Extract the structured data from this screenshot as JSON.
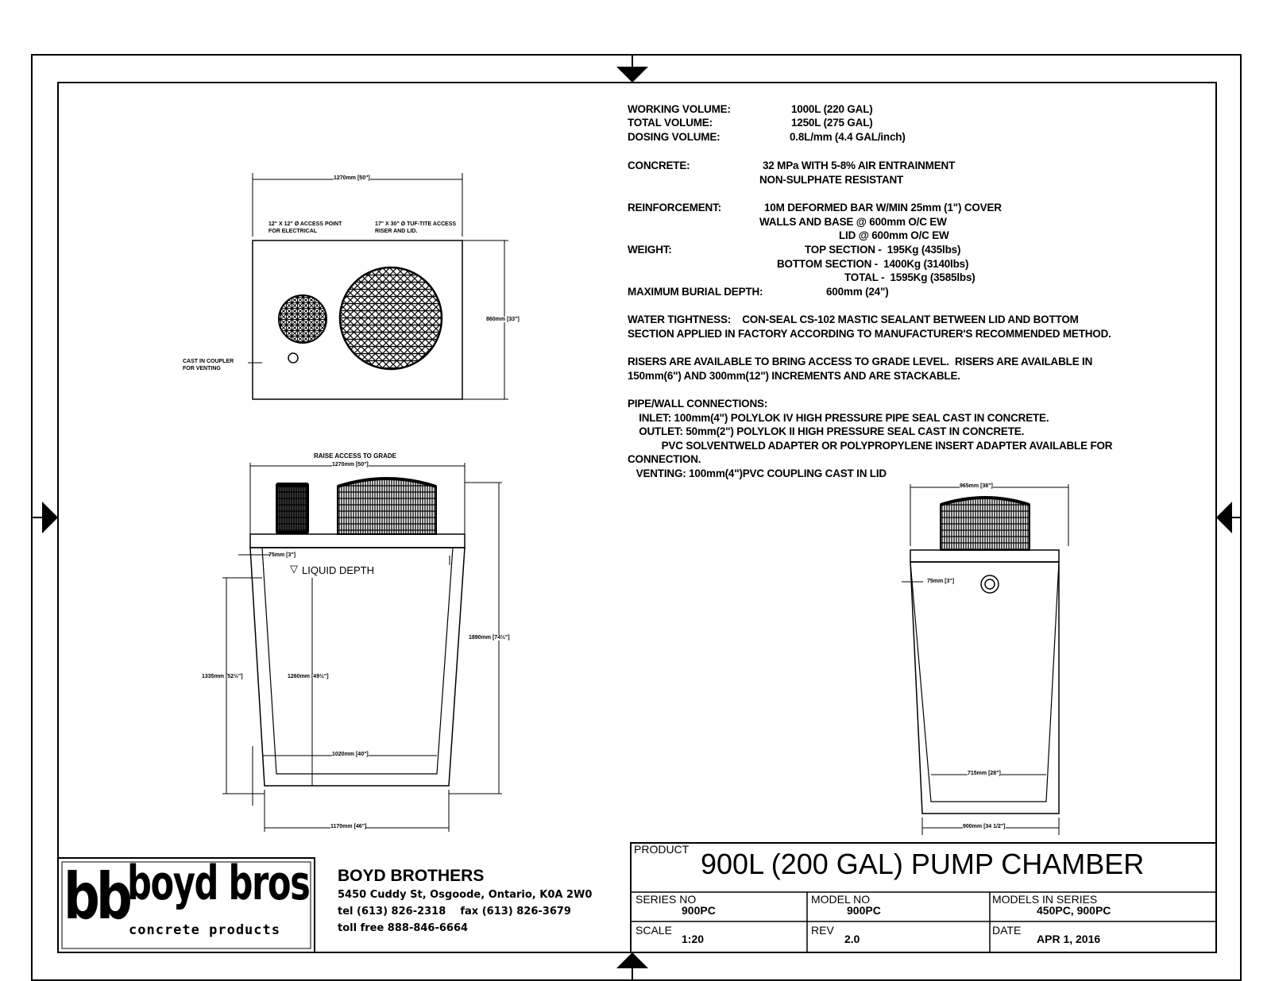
{
  "specs": {
    "working_volume_label": "WORKING VOLUME:",
    "working_volume_value": "1000L (220 GAL)",
    "total_volume_label": "TOTAL VOLUME:",
    "total_volume_value": "1250L (275 GAL)",
    "dosing_volume_label": "DOSING VOLUME:",
    "dosing_volume_value": "0.8L/mm (4.4 GAL/inch)",
    "concrete_label": "CONCRETE:",
    "concrete_line1": "32 MPa WITH 5-8% AIR ENTRAINMENT",
    "concrete_line2": "NON-SULPHATE RESISTANT",
    "reinforcement_label": "REINFORCEMENT:",
    "reinforcement_line1": "10M DEFORMED BAR W/MIN 25mm (1\") COVER",
    "reinforcement_line2": "WALLS AND BASE @ 600mm O/C EW",
    "reinforcement_line3": "LID @ 600mm O/C EW",
    "weight_label": "WEIGHT:",
    "weight_top": "TOP SECTION -  195Kg (435lbs)",
    "weight_bottom": "BOTTOM SECTION -  1400Kg (3140lbs)",
    "weight_total": "TOTAL -  1595Kg (3585lbs)",
    "burial_label": "MAXIMUM BURIAL DEPTH:",
    "burial_value": "600mm (24\")",
    "tightness_line1": "WATER TIGHTNESS:    CON-SEAL CS-102 MASTIC SEALANT BETWEEN LID AND BOTTOM",
    "tightness_line2": "SECTION APPLIED IN FACTORY ACCORDING TO MANUFACTURER'S RECOMMENDED METHOD.",
    "risers_line1": "RISERS ARE AVAILABLE TO BRING ACCESS TO GRADE LEVEL.  RISERS ARE AVAILABLE IN",
    "risers_line2": "150mm(6\") AND 300mm(12\") INCREMENTS AND ARE STACKABLE.",
    "pipe_line1": "PIPE/WALL CONNECTIONS:",
    "pipe_line2": "    INLET: 100mm(4\") POLYLOK IV HIGH PRESSURE PIPE SEAL CAST IN CONCRETE.",
    "pipe_line3": "    OUTLET: 50mm(2\") POLYLOK II HIGH PRESSURE SEAL CAST IN CONCRETE.",
    "pipe_line4": "            PVC SOLVENTWELD ADAPTER OR POLYPROPYLENE INSERT ADAPTER AVAILABLE FOR",
    "pipe_line5": "CONNECTION.",
    "pipe_line6": "   VENTING: 100mm(4\")PVC COUPLING CAST IN LID"
  },
  "top_view": {
    "width_dim": "1270mm [50\"]",
    "height_dim": "860mm [33\"]",
    "access_point_note_1": "12\" X 12\" Ø ACCESS POINT",
    "access_point_note_2": "FOR ELECTRICAL",
    "riser_note_1": "17\" X 30\" Ø TUF-TITE ACCESS",
    "riser_note_2": "RISER AND LID.",
    "coupler_note_1": "CAST IN COUPLER",
    "coupler_note_2": "FOR VENTING"
  },
  "side_view": {
    "raise_access": "RAISE ACCESS TO GRADE",
    "top_width": "1270mm [50\"]",
    "wall": "75mm [3\"]",
    "liquid_depth": "LIQUID DEPTH",
    "liquid_symbol": "▽",
    "left_height": "1335mm [52½\"]",
    "liquid_height": "1260mm [49½\"]",
    "overall_height": "1890mm [74½\"]",
    "bottom_inner": "1020mm [40\"]",
    "bottom_outer": "1170mm [46\"]"
  },
  "end_view": {
    "top_width": "965mm [38\"]",
    "wall": "75mm [3\"]",
    "bottom_inner": "715mm [28\"]",
    "bottom_outer": "900mm [34 1/2\"]"
  },
  "company": {
    "logo_mark": "bb",
    "logo_name": "boyd bros",
    "logo_sub": "concrete products",
    "name": "BOYD BROTHERS",
    "address": "5450 Cuddy St, Osgoode, Ontario, K0A 2W0",
    "phone": "tel (613) 826-2318    fax (613) 826-3679",
    "tollfree": "toll free 888-846-6664"
  },
  "title_block": {
    "product_label": "PRODUCT",
    "product_value": "900L (200 GAL) PUMP CHAMBER",
    "series_label": "SERIES NO",
    "series_value": "900PC",
    "model_label": "MODEL NO",
    "model_value": "900PC",
    "models_in_series_label": "MODELS IN SERIES",
    "models_in_series_value": "450PC, 900PC",
    "scale_label": "SCALE",
    "scale_value": "1:20",
    "rev_label": "REV",
    "rev_value": "2.0",
    "date_label": "DATE",
    "date_value": "APR 1, 2016"
  }
}
